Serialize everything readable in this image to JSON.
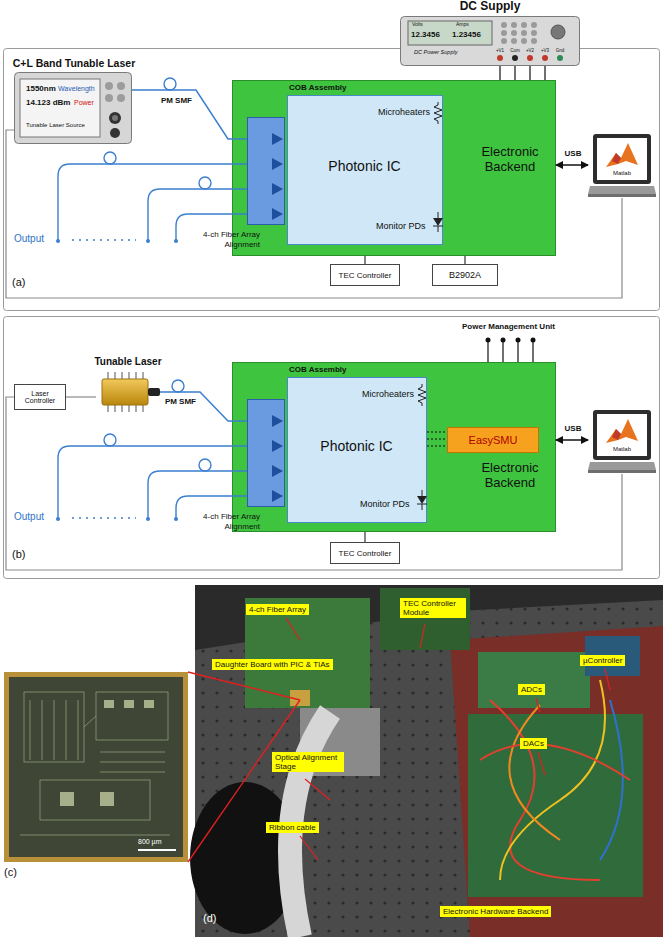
{
  "diagram": {
    "nodes": [
      {
        "text": [
          "DC Supply",
          "Volts",
          "Amps",
          "12.3456",
          "1.23456",
          "DC Power Supply",
          "+V1",
          "Com",
          "+V2",
          "+V3",
          "Gnd"
        ]
      },
      {
        "text": [
          "C+L Band Tunable Laser",
          "1550nm",
          "Wavelength",
          "14.123 dBm",
          "Power",
          "Tunable Laser Source"
        ]
      },
      {
        "text": [
          "COB Assembly",
          "Electronic Backend"
        ]
      },
      {
        "text": [
          "Photonic IC",
          "Microheaters",
          "Monitor PDs"
        ],
        "in": 2
      },
      {
        "text": [
          "4-ch Fiber Array Alignment"
        ],
        "in": 2
      },
      {
        "text": [
          "Matlab"
        ]
      },
      {
        "text": [
          "TEC Controller"
        ]
      },
      {
        "text": [
          "B2902A"
        ]
      },
      {
        "text": [
          "Laser Controller"
        ]
      },
      {
        "text": [
          "Tunable Laser"
        ]
      },
      {
        "text": [
          "COB Assembly",
          "Electronic Backend"
        ]
      },
      {
        "text": [
          "Photonic IC",
          "Microheaters",
          "Monitor PDs"
        ],
        "in": 10
      },
      {
        "text": [
          "EasySMU"
        ],
        "in": 10
      },
      {
        "text": [
          "4-ch Fiber Array Alignment"
        ],
        "in": 10
      },
      {
        "text": [
          "Matlab"
        ]
      },
      {
        "text": [
          "TEC Controller"
        ]
      },
      {
        "text": [
          "4-ch Fiber Array"
        ]
      },
      {
        "text": [
          "TEC Controller Module"
        ]
      },
      {
        "text": [
          "µController"
        ]
      },
      {
        "text": [
          "Daughter Board with PIC & TIAs"
        ]
      },
      {
        "text": [
          "ADCs"
        ]
      },
      {
        "text": [
          "DACs"
        ]
      },
      {
        "text": [
          "Optical Alignment Stage"
        ]
      },
      {
        "text": [
          "Ribbon cable"
        ]
      },
      {
        "text": [
          "Electronic Hardware Backend"
        ]
      }
    ],
    "edges": [
      {
        "from": 1,
        "to": 4,
        "arrow": "none",
        "label": "PM SMF"
      },
      {
        "from": 0,
        "to": 2,
        "arrow": "none"
      },
      {
        "from": 0,
        "to": 2,
        "arrow": "none"
      },
      {
        "from": 0,
        "to": 2,
        "arrow": "none"
      },
      {
        "from": 0,
        "to": 2,
        "arrow": "none"
      },
      {
        "from": 2,
        "to": 5,
        "arrow": "both",
        "label": "USB"
      },
      {
        "from": 6,
        "to": 2,
        "arrow": "none"
      },
      {
        "from": 7,
        "to": 2,
        "arrow": "none"
      },
      {
        "from": 1,
        "to": 5,
        "arrow": "none"
      },
      {
        "from": 8,
        "to": 9,
        "arrow": "none"
      },
      {
        "from": 9,
        "to": 13,
        "arrow": "none",
        "label": "PM SMF"
      },
      {
        "from": 11,
        "to": 12,
        "arrow": "none"
      },
      {
        "from": 11,
        "to": 12,
        "arrow": "none"
      },
      {
        "from": 11,
        "to": 12,
        "arrow": "none"
      },
      {
        "from": 10,
        "to": 14,
        "arrow": "both",
        "label": "USB"
      },
      {
        "from": 15,
        "to": 10,
        "arrow": "none"
      },
      {
        "from": 8,
        "to": 14,
        "arrow": "none"
      }
    ],
    "labels": [
      "Output",
      "(a)",
      "Power Management Unit",
      "Output",
      "(b)",
      "800 µm",
      "(c)",
      "(d)"
    ]
  }
}
